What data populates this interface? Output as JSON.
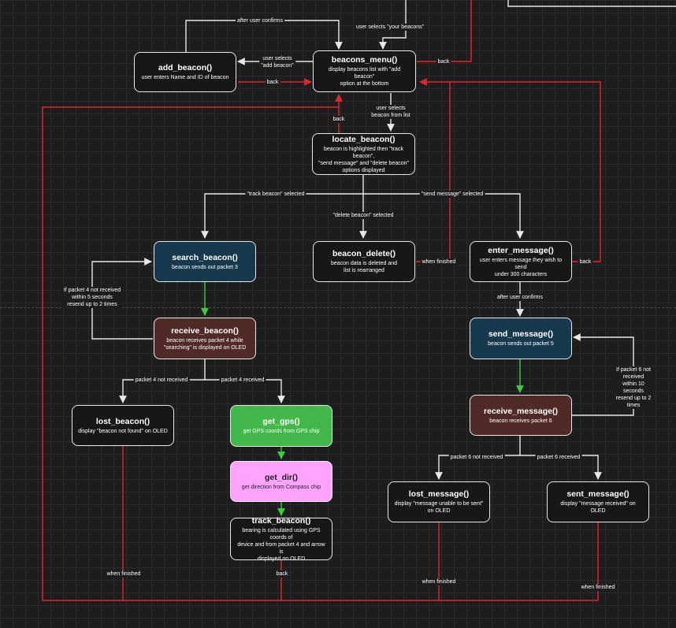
{
  "colors": {
    "node_dark": "#171717",
    "node_blue": "#17394e",
    "node_brown": "#4f2a27",
    "node_green": "#42b84a",
    "node_pink": "#ffa3ff",
    "edge_white": "#e8e8e8",
    "edge_red": "#e5252b",
    "edge_green": "#38d13b"
  },
  "nodes": {
    "add_beacon": {
      "title": "add_beacon()",
      "desc": "user enters Name and ID of beacon"
    },
    "beacons_menu": {
      "title": "beacons_menu()",
      "desc": "display beacons list with \"add beacon\"\noption at the bottom"
    },
    "locate_beacon": {
      "title": "locate_beacon()",
      "desc": "beacon is highlighted then \"track beacon\",\n\"send message\" and \"delete beacon\"\noptions displayed"
    },
    "search_beacon": {
      "title": "search_beacon()",
      "desc": "beacon sends out packet 3"
    },
    "beacon_delete": {
      "title": "beacon_delete()",
      "desc": "beacon data is deleted and\nlist is rearranged"
    },
    "enter_message": {
      "title": "enter_message()",
      "desc": "user enters message they wish to send\nunder 300 characters"
    },
    "receive_beacon": {
      "title": "receive_beacon()",
      "desc": "beacon receives packet 4 while\n\"searching\" is displayed on OLED"
    },
    "send_message": {
      "title": "send_message()",
      "desc": "beacon sends out packet 5"
    },
    "lost_beacon": {
      "title": "lost_beacon()",
      "desc": "display \"beacon not found\" on OLED"
    },
    "get_gps": {
      "title": "get_gps()",
      "desc": "get GPS coords from GPS chip"
    },
    "receive_message": {
      "title": "receive_message()",
      "desc": "beacon receives packet 6"
    },
    "get_dir": {
      "title": "get_dir()",
      "desc": "get direction from Compass chip"
    },
    "lost_message": {
      "title": "lost_message()",
      "desc": "display \"message unable to be sent\"\non OLED"
    },
    "sent_message": {
      "title": "sent_message()",
      "desc": "display \"message received\" on OLED"
    },
    "track_beacon": {
      "title": "track_beacon()",
      "desc": "bearing is calculated using GPS coords of\ndevice and from packet 4 and arrow is\ndisplayed on OLED"
    }
  },
  "labels": {
    "after_user_confirms_top": "after user confirms",
    "user_selects_your_beacons": "user selects \"your beacons\"",
    "user_selects_add_beacon": "user selects\n\"add beacon\"",
    "back_add": "back",
    "back_top": "back",
    "user_selects_beacon": "user selects\nbeacon from list",
    "back_locate": "back",
    "track_beacon_selected": "\"track beacon\" selected",
    "send_message_selected": "\"send message\" selected",
    "delete_beacon_selected": "\"delete beacon\" selected",
    "when_finished_delete": "when finished",
    "back_enter": "back",
    "packet4_retry": "If packet 4 not received\nwithin 5 seconds\nresend up to 2 times",
    "after_user_confirms_mid": "after user confirms",
    "packet4_not_received": "packet 4 not received",
    "packet4_received": "packet 4 received",
    "packet6_retry": "If packet 6 not received\nwithin 10 seconds\nresend up to 2 times",
    "packet6_not_received": "packet 6 not received",
    "packet6_received": "packet 6 received",
    "when_finished_lost_beacon": "when finished",
    "back_track": "back",
    "when_finished_lost_message": "when finished",
    "when_finished_sent_message": "when finished"
  }
}
